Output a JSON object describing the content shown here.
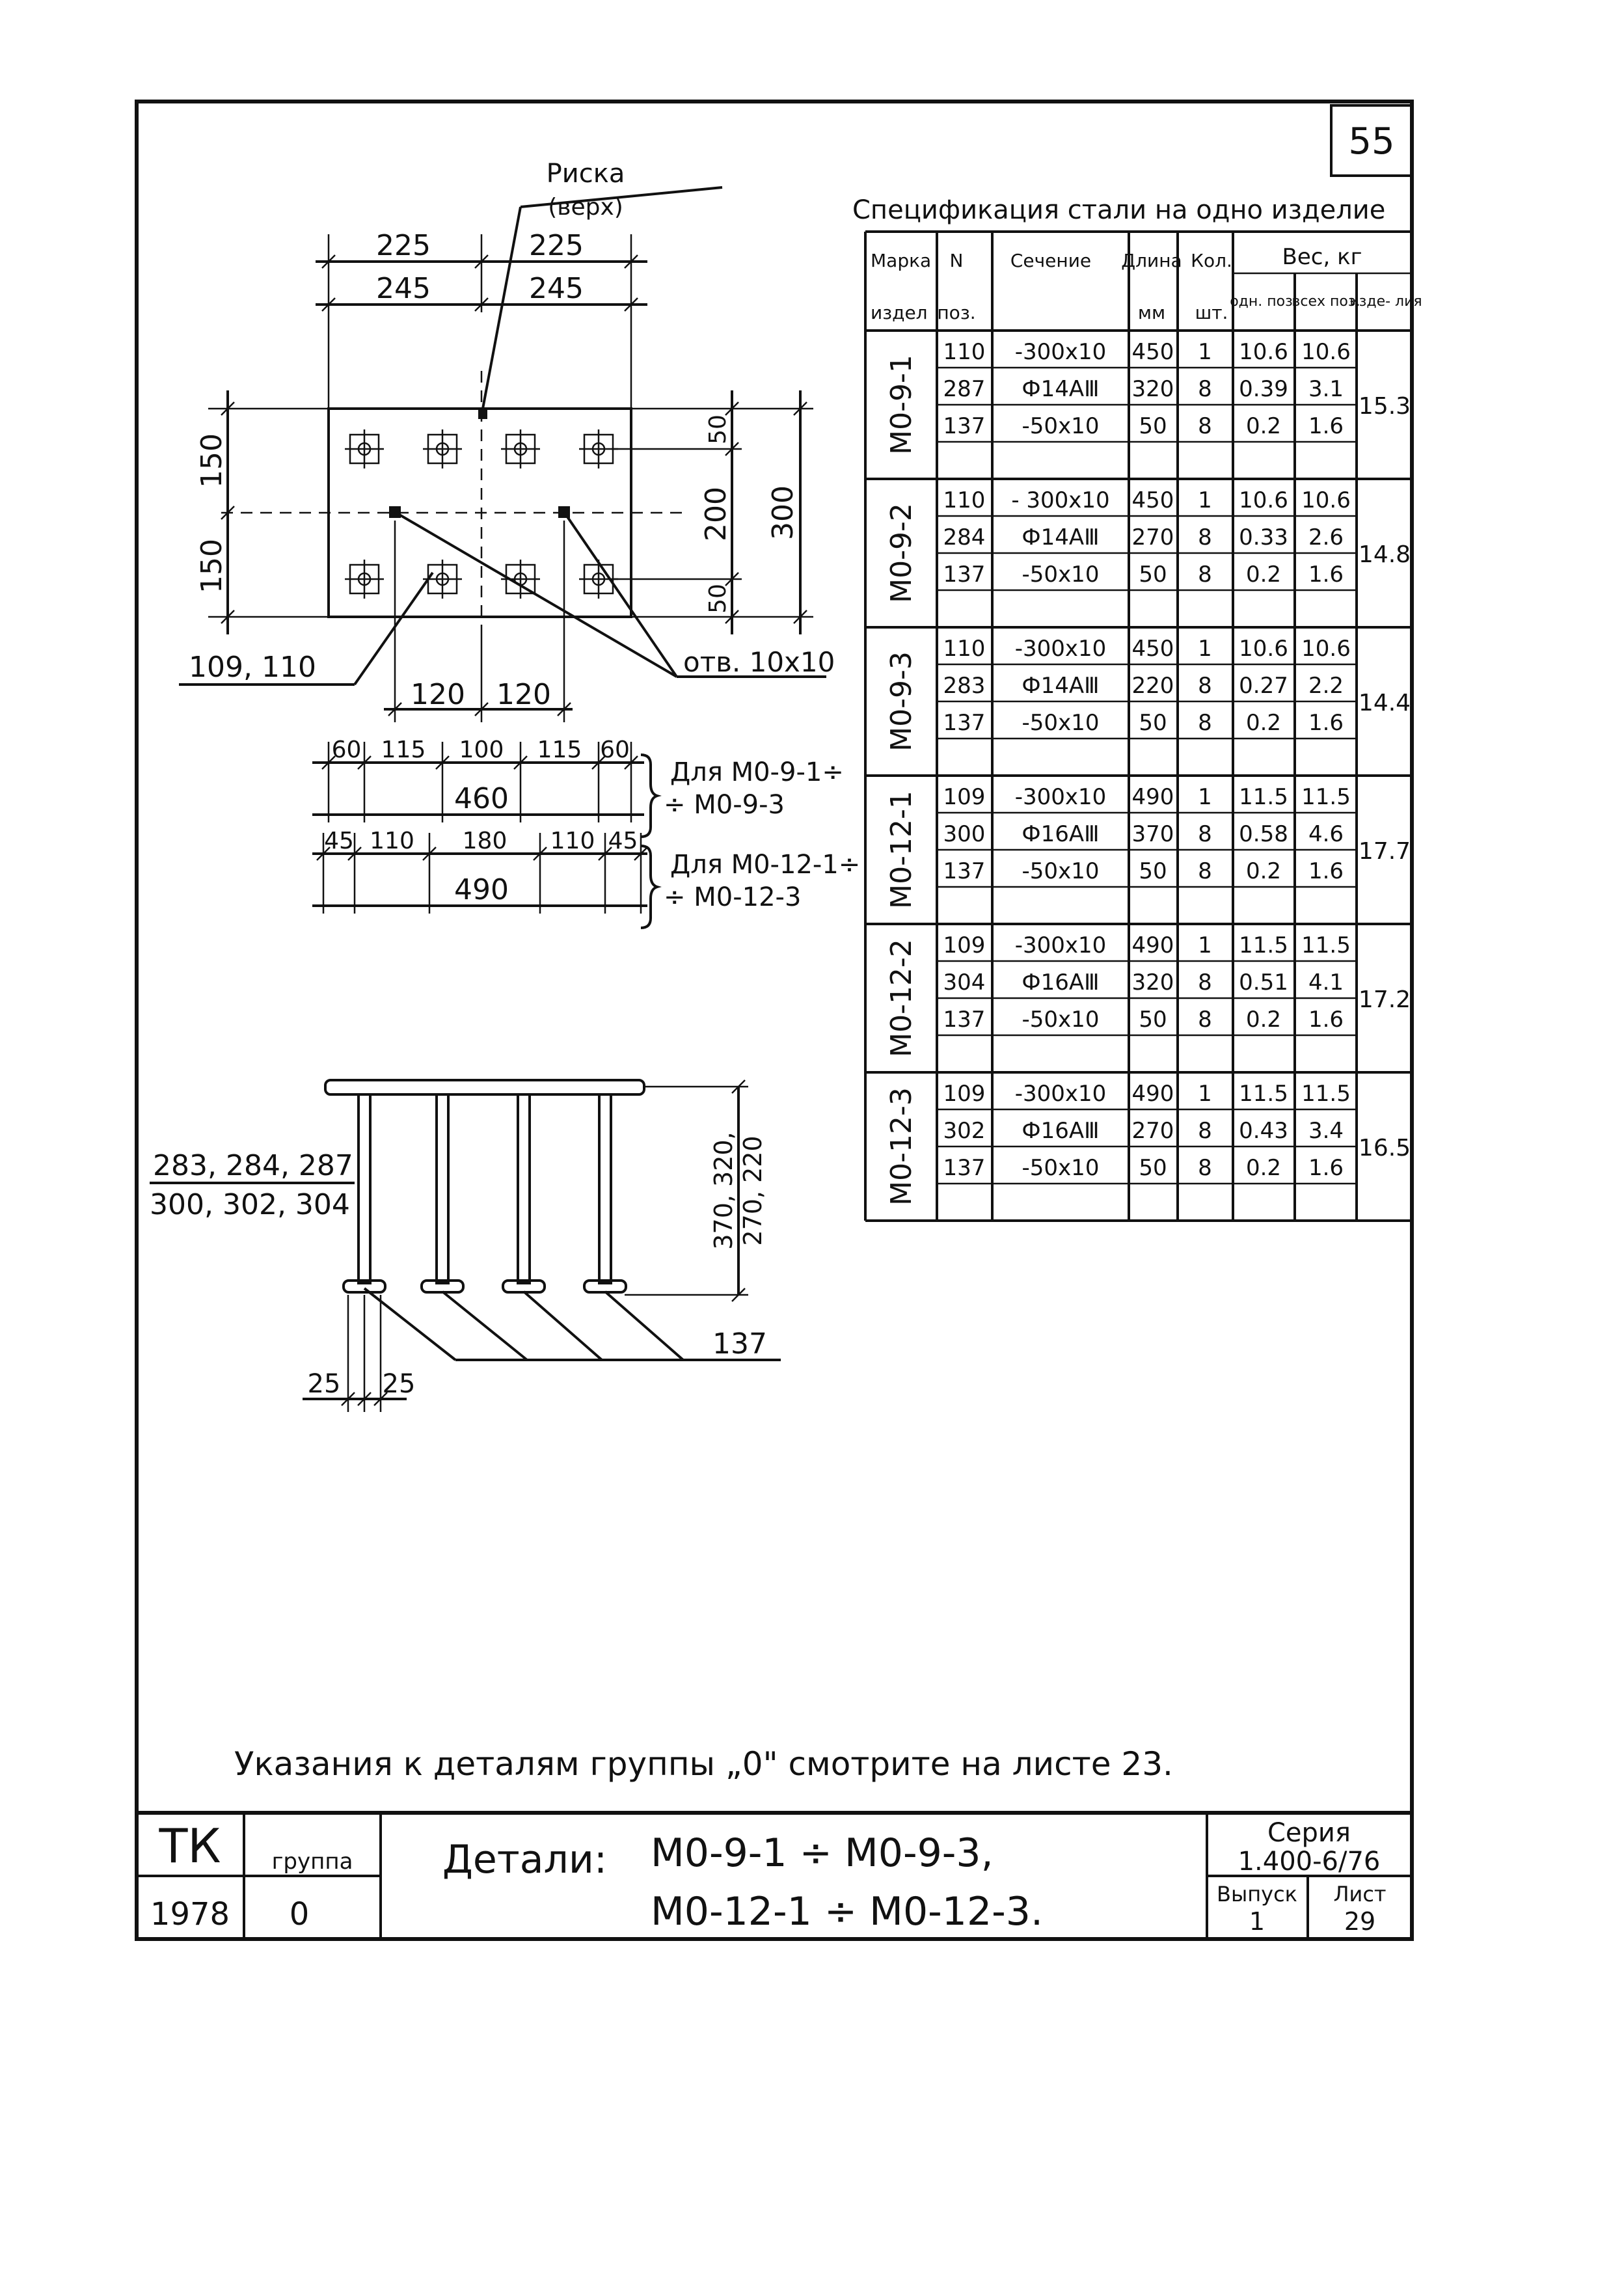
{
  "sheet_number": "55",
  "spec_title": "Спецификация стали на одно изделие",
  "spec_headers": {
    "mark": "Марка",
    "mark_sub": "издел",
    "pos": "N",
    "pos_sub": "поз.",
    "section": "Сечение",
    "length": "Длина",
    "length_unit": "мм",
    "qty": "Кол.",
    "qty_unit": "шт.",
    "weight": "Вес, кг",
    "weight_one": "одн. поз.",
    "weight_all": "всех поз.",
    "weight_item": "изде- лия"
  },
  "spec_groups": [
    {
      "mark": "М0-9-1",
      "total": "15.3",
      "rows": [
        {
          "pos": "110",
          "section": "-300х10",
          "length": "450",
          "qty": "1",
          "w1": "10.6",
          "wall": "10.6"
        },
        {
          "pos": "287",
          "section": "Ф14АⅢ",
          "length": "320",
          "qty": "8",
          "w1": "0.39",
          "wall": "3.1"
        },
        {
          "pos": "137",
          "section": "-50х10",
          "length": "50",
          "qty": "8",
          "w1": "0.2",
          "wall": "1.6"
        }
      ]
    },
    {
      "mark": "М0-9-2",
      "total": "14.8",
      "rows": [
        {
          "pos": "110",
          "section": "- 300х10",
          "length": "450",
          "qty": "1",
          "w1": "10.6",
          "wall": "10.6"
        },
        {
          "pos": "284",
          "section": "Ф14АⅢ",
          "length": "270",
          "qty": "8",
          "w1": "0.33",
          "wall": "2.6"
        },
        {
          "pos": "137",
          "section": "-50х10",
          "length": "50",
          "qty": "8",
          "w1": "0.2",
          "wall": "1.6"
        }
      ]
    },
    {
      "mark": "М0-9-3",
      "total": "14.4",
      "rows": [
        {
          "pos": "110",
          "section": "-300х10",
          "length": "450",
          "qty": "1",
          "w1": "10.6",
          "wall": "10.6"
        },
        {
          "pos": "283",
          "section": "Ф14АⅢ",
          "length": "220",
          "qty": "8",
          "w1": "0.27",
          "wall": "2.2"
        },
        {
          "pos": "137",
          "section": "-50х10",
          "length": "50",
          "qty": "8",
          "w1": "0.2",
          "wall": "1.6"
        }
      ]
    },
    {
      "mark": "М0-12-1",
      "total": "17.7",
      "rows": [
        {
          "pos": "109",
          "section": "-300х10",
          "length": "490",
          "qty": "1",
          "w1": "11.5",
          "wall": "11.5"
        },
        {
          "pos": "300",
          "section": "Ф16АⅢ",
          "length": "370",
          "qty": "8",
          "w1": "0.58",
          "wall": "4.6"
        },
        {
          "pos": "137",
          "section": "-50х10",
          "length": "50",
          "qty": "8",
          "w1": "0.2",
          "wall": "1.6"
        }
      ]
    },
    {
      "mark": "М0-12-2",
      "total": "17.2",
      "rows": [
        {
          "pos": "109",
          "section": "-300х10",
          "length": "490",
          "qty": "1",
          "w1": "11.5",
          "wall": "11.5"
        },
        {
          "pos": "304",
          "section": "Ф16АⅢ",
          "length": "320",
          "qty": "8",
          "w1": "0.51",
          "wall": "4.1"
        },
        {
          "pos": "137",
          "section": "-50х10",
          "length": "50",
          "qty": "8",
          "w1": "0.2",
          "wall": "1.6"
        }
      ]
    },
    {
      "mark": "М0-12-3",
      "total": "16.5",
      "rows": [
        {
          "pos": "109",
          "section": "-300х10",
          "length": "490",
          "qty": "1",
          "w1": "11.5",
          "wall": "11.5"
        },
        {
          "pos": "302",
          "section": "Ф16АⅢ",
          "length": "270",
          "qty": "8",
          "w1": "0.43",
          "wall": "3.4"
        },
        {
          "pos": "137",
          "section": "-50х10",
          "length": "50",
          "qty": "8",
          "w1": "0.2",
          "wall": "1.6"
        }
      ]
    }
  ],
  "plan": {
    "riska": "Риска",
    "riska_sub": "(верх)",
    "dim_top_a": "225",
    "dim_top_b": "225",
    "dim_top_c": "245",
    "dim_top_d": "245",
    "dim_left_a": "150",
    "dim_left_b": "150",
    "dim_right_a": "50",
    "dim_right_b": "200",
    "dim_right_c": "50",
    "dim_right_total": "300",
    "label_plate": "109, 110",
    "label_hole": "отв. 10х10",
    "dim_120a": "120",
    "dim_120b": "120",
    "row1": [
      "60",
      "115",
      "100",
      "115",
      "60"
    ],
    "total_460": "460",
    "note_9a": "Для М0-9-1÷",
    "note_9b": "÷ М0-9-3",
    "row2": [
      "45",
      "110",
      "180",
      "110",
      "45"
    ],
    "total_490": "490",
    "note_12a": "Для М0-12-1÷",
    "note_12b": "÷ М0-12-3"
  },
  "elevation": {
    "bars_a": "283, 284, 287",
    "bars_b": "300, 302, 304",
    "height_a": "370, 320,",
    "height_b": "270, 220",
    "pad_label": "137",
    "dim_25a": "25",
    "dim_25b": "25"
  },
  "note": "Указания к деталям группы „0\" смотрите на листе 23.",
  "title_block": {
    "org": "ТК",
    "group_label": "группа",
    "year": "1978",
    "group_value": "0",
    "details_label": "Детали:",
    "details_line1": "М0-9-1 ÷ М0-9-3,",
    "details_line2": "М0-12-1 ÷ М0-12-3.",
    "series_label": "Серия",
    "series_value": "1.400-6/76",
    "issue_label": "Выпуск",
    "issue_value": "1",
    "sheet_label": "Лист",
    "sheet_value": "29"
  }
}
